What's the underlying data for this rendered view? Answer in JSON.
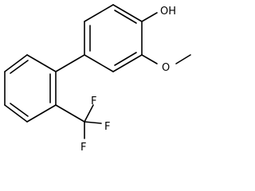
{
  "diagram": {
    "kind": "chemical-structure",
    "colors": {
      "bond": "#000000",
      "label": "#000000",
      "background": "#ffffff"
    },
    "atom_labels": {
      "hydroxyl": "OH",
      "methoxy_oxygen": "O",
      "fluorine_top_right": "F",
      "fluorine_middle": "F",
      "fluorine_bottom": "F"
    }
  }
}
